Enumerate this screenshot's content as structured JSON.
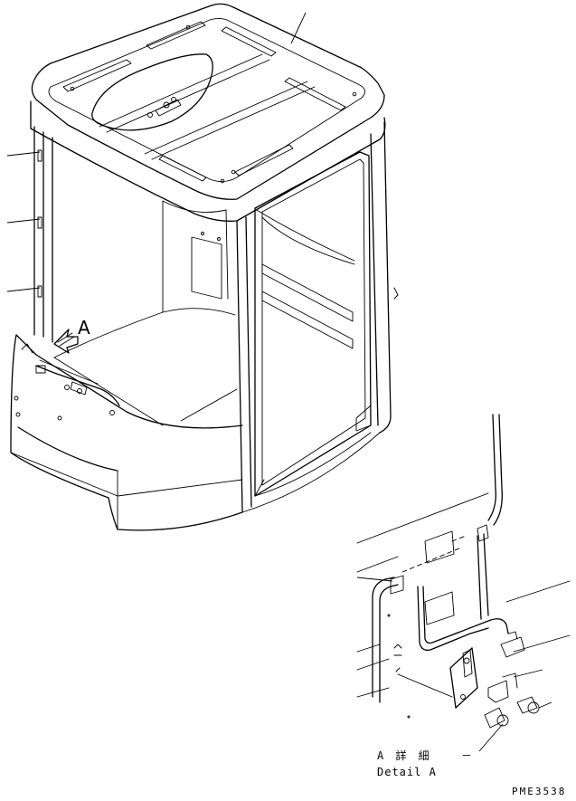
{
  "view_label": "A",
  "detail": {
    "title_jp": "A 詳 細",
    "dash": "－",
    "title_en": "Detail A"
  },
  "drawing_code": "PME3538"
}
